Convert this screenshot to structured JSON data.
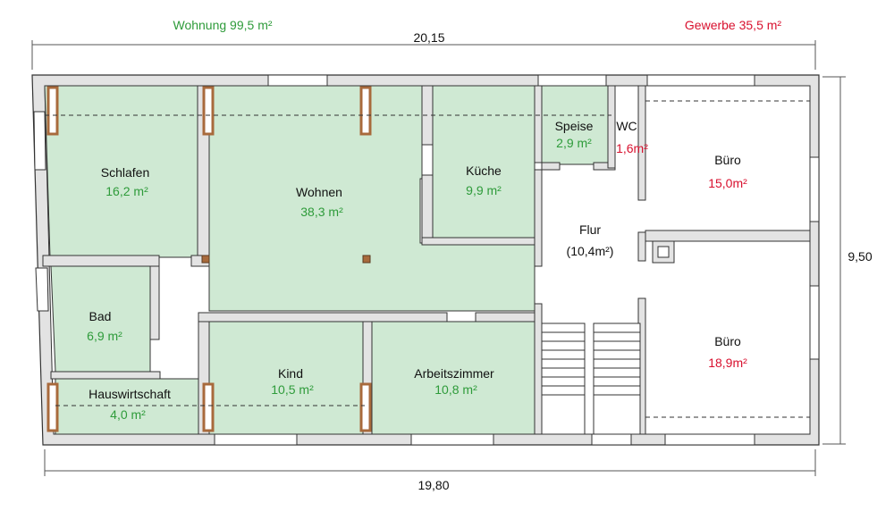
{
  "header": {
    "residential_total": "Wohnung 99,5 m²",
    "commercial_total": "Gewerbe 35,5 m²"
  },
  "dimensions": {
    "top_width": "20,15",
    "bottom_width": "19,80",
    "right_height": "9,50"
  },
  "rooms": {
    "schlafen": {
      "name": "Schlafen",
      "area": "16,2 m²"
    },
    "wohnen": {
      "name": "Wohnen",
      "area": "38,3 m²"
    },
    "kueche": {
      "name": "Küche",
      "area": "9,9 m²"
    },
    "speise": {
      "name": "Speise",
      "area": "2,9 m²"
    },
    "wc": {
      "name": "WC",
      "area": "1,6m²"
    },
    "buero1": {
      "name": "Büro",
      "area": "15,0m²"
    },
    "flur": {
      "name": "Flur",
      "area": "(10,4m²)"
    },
    "bad": {
      "name": "Bad",
      "area": "6,9 m²"
    },
    "hauswirtschaft": {
      "name": "Hauswirtschaft",
      "area": "4,0 m²"
    },
    "kind": {
      "name": "Kind",
      "area": "10,5 m²"
    },
    "arbeitszimmer": {
      "name": "Arbeitszimmer",
      "area": "10,8 m²"
    },
    "buero2": {
      "name": "Büro",
      "area": "18,9m²"
    }
  },
  "colors": {
    "residential_fill": "#cfe9d3",
    "wall": "#e3e3e3",
    "wall_stroke": "#333333",
    "residential_text": "#2e9b3a",
    "commercial_text": "#d8102e",
    "door": "#a86a3c"
  }
}
